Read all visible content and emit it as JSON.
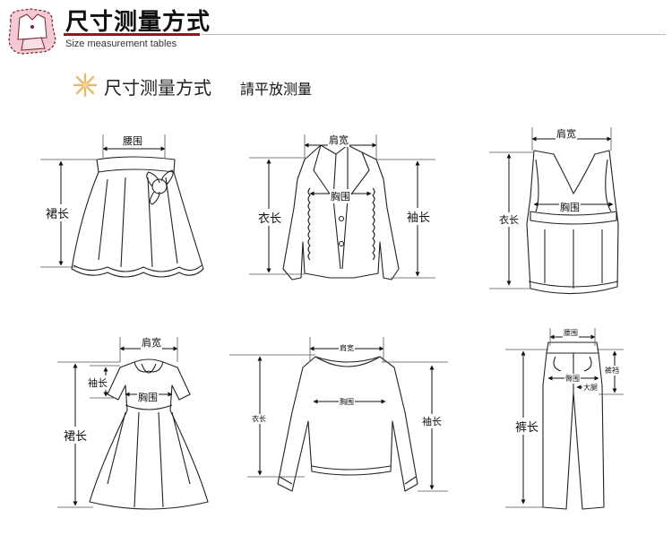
{
  "header": {
    "title": "尺寸测量方式",
    "subtitle": "Size measurement tables",
    "logo_icon": "shirt-outfit-icon",
    "accent_color": "#8b1a1a"
  },
  "section": {
    "title": "尺寸测量方式",
    "note": "請平放测量",
    "icon": "star-burst-icon",
    "icon_color": "#e8b86a"
  },
  "garments": {
    "skirt": {
      "waist": "腰围",
      "length": "裙长"
    },
    "jacket": {
      "shoulder": "肩宽",
      "chest": "胸围",
      "length": "衣长",
      "sleeve": "袖长"
    },
    "vest": {
      "shoulder": "肩宽",
      "chest": "胸围",
      "length": "衣长"
    },
    "dress": {
      "shoulder": "肩宽",
      "sleeve": "袖长",
      "chest": "胸围",
      "length": "裙长"
    },
    "sweater": {
      "shoulder": "肩宽",
      "chest": "胸围",
      "length": "衣长",
      "sleeve": "袖长"
    },
    "pants": {
      "waist": "腰围",
      "rise": "裤裆",
      "hip": "臀围",
      "thigh": "大腿",
      "length": "裤长"
    }
  }
}
